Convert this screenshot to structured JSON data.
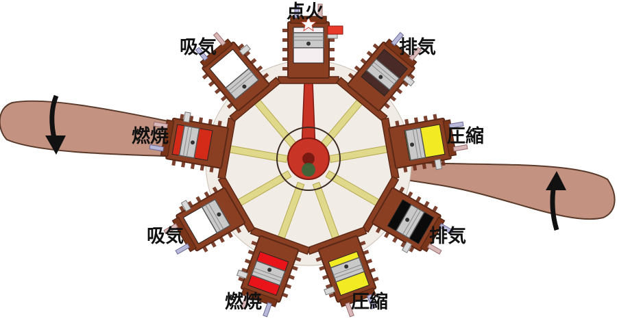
{
  "labels": {
    "top": "点火",
    "upper_left": "吸気",
    "upper_right": "排気",
    "left": "燃焼",
    "right": "圧縮",
    "lower_left": "吸気",
    "lower_right": "排気",
    "bottom_left": "燃焼",
    "bottom_right": "圧縮"
  },
  "engine": {
    "cylinder_count": 9,
    "cylinders": [
      {
        "angle": 0,
        "fill": "#f4eef0",
        "piston": 0.15,
        "spark": true,
        "master": true
      },
      {
        "angle": 40,
        "fill": "#4a2a26",
        "piston": 0.35
      },
      {
        "angle": 80,
        "fill": "#f2ea22",
        "piston": 0.55
      },
      {
        "angle": 120,
        "fill": "#0a0a0a",
        "piston": 0.3
      },
      {
        "angle": 160,
        "fill": "#f2ea22",
        "piston": 0.4
      },
      {
        "angle": 200,
        "fill": "#e8141a",
        "piston": 0.3
      },
      {
        "angle": 240,
        "fill": "#ffffff",
        "piston": 0.6
      },
      {
        "angle": 280,
        "fill": "#d42a18",
        "piston": 0.2
      },
      {
        "angle": 320,
        "fill": "#ffffff",
        "piston": 0.7
      }
    ]
  },
  "colors": {
    "propeller": "#c49280",
    "propeller_edge": "#5a3a2a",
    "cylinder_body": "#8a3f22",
    "cylinder_edge": "#5a2816",
    "piston": "#c9c9c9",
    "crank_red": "#c83426",
    "rod": "#e0d88a",
    "hub_ring": "#3a2a22",
    "arrow": "#111111"
  }
}
